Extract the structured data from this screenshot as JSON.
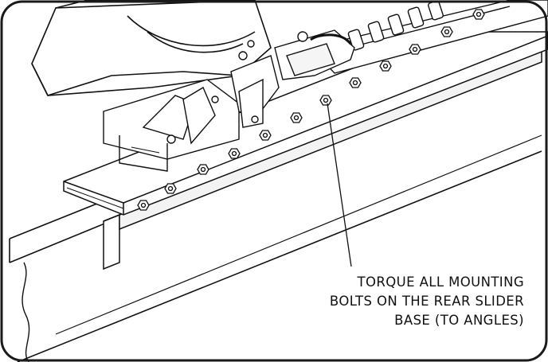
{
  "callout": {
    "lines": [
      "TORQUE ALL MOUNTING",
      "BOLTS ON THE REAR SLIDER",
      "BASE (TO ANGLES)"
    ]
  },
  "colors": {
    "ink": "#111111",
    "frame": "#1a1a1a",
    "shade": "#d9d9d9",
    "paper": "#ffffff"
  }
}
